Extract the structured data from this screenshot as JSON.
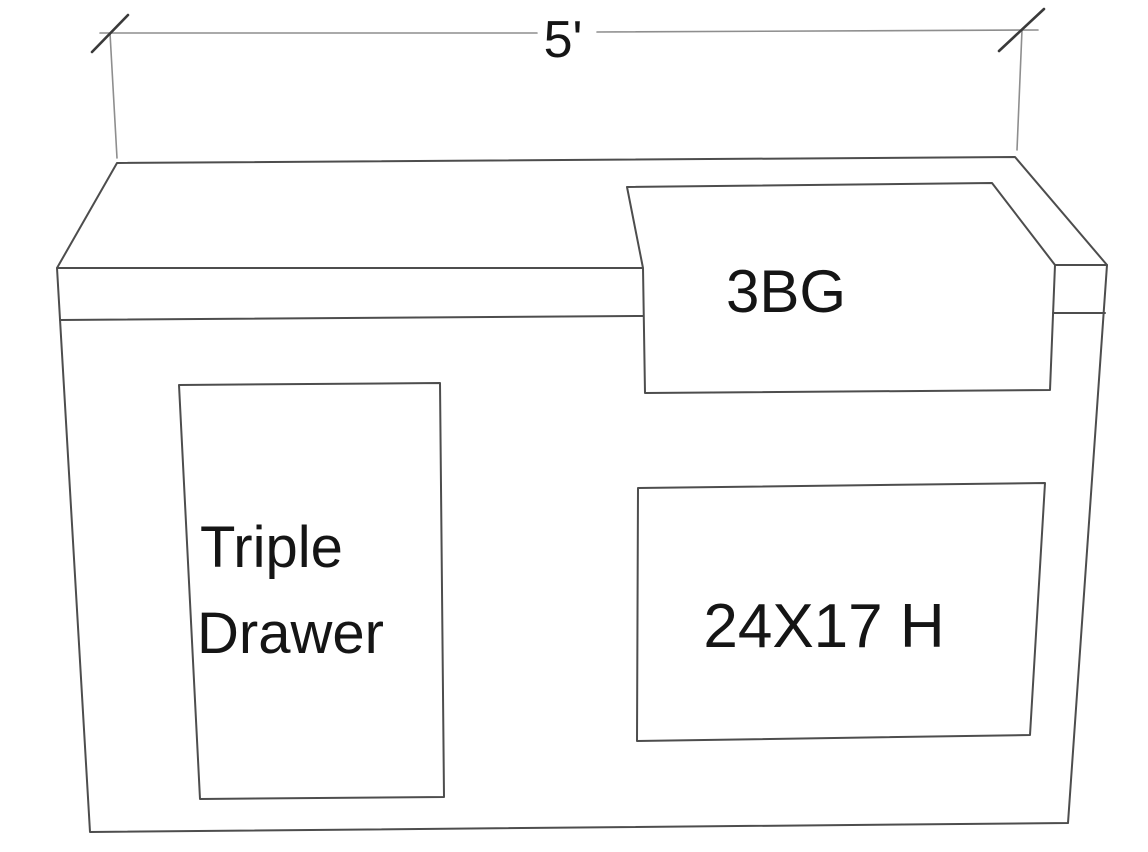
{
  "diagram": {
    "dimension": {
      "label": "5'"
    },
    "labels": {
      "cooktop": "3BG",
      "drawer_full": "Triple Drawer",
      "drawer_line1": "Triple",
      "drawer_line2": "Drawer",
      "door": "24X17 H"
    },
    "colors": {
      "background": "#ffffff",
      "line": "#4d4d4d",
      "dimension_line": "#8e8e8e",
      "tick": "#3a3a3a",
      "text": "#151515"
    }
  }
}
